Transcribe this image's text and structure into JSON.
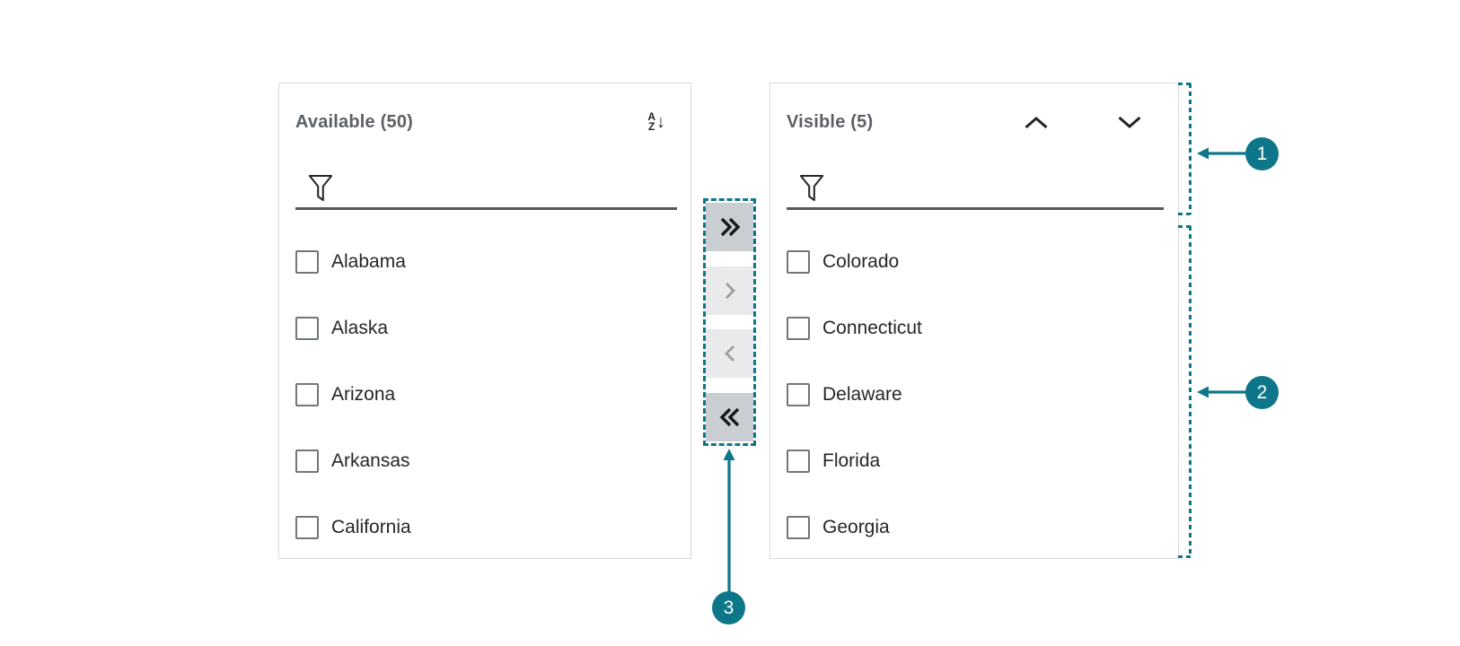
{
  "colors": {
    "accent": "#0d7789",
    "panel-border": "#d7dadc",
    "title-text": "#5b6066",
    "item-text": "#232629",
    "checkbox-border": "#70767c",
    "filter-underline": "#54585c",
    "button-enabled-bg": "#c9ced3",
    "button-enabled-icon": "#17191c",
    "button-disabled-bg": "#e8eaec",
    "button-disabled-icon": "#9aa0a6"
  },
  "left_panel": {
    "title": "Available (50)",
    "sort_icon": {
      "name": "sort-alphabetical-icon",
      "letter_top": "A",
      "letter_bottom": "Z",
      "arrow": "↓"
    },
    "filter": {
      "value": "",
      "icon": "filter-funnel-icon"
    },
    "items": [
      {
        "label": "Alabama",
        "checked": false
      },
      {
        "label": "Alaska",
        "checked": false
      },
      {
        "label": "Arizona",
        "checked": false
      },
      {
        "label": "Arkansas",
        "checked": false
      },
      {
        "label": "California",
        "checked": false
      }
    ]
  },
  "right_panel": {
    "title": "Visible (5)",
    "reorder_icons": {
      "up": "chevron-up-icon",
      "down": "chevron-down-icon"
    },
    "filter": {
      "value": "",
      "icon": "filter-funnel-icon"
    },
    "items": [
      {
        "label": "Colorado",
        "checked": false
      },
      {
        "label": "Connecticut",
        "checked": false
      },
      {
        "label": "Delaware",
        "checked": false
      },
      {
        "label": "Florida",
        "checked": false
      },
      {
        "label": "Georgia",
        "checked": false
      }
    ]
  },
  "transfer_buttons": [
    {
      "name": "move-all-right",
      "icon": "double-chevron-right-icon",
      "enabled": true
    },
    {
      "name": "move-selected-right",
      "icon": "chevron-right-icon",
      "enabled": false
    },
    {
      "name": "move-selected-left",
      "icon": "chevron-left-icon",
      "enabled": false
    },
    {
      "name": "move-all-left",
      "icon": "double-chevron-left-icon",
      "enabled": true
    }
  ],
  "callouts": [
    {
      "number": "1"
    },
    {
      "number": "2"
    },
    {
      "number": "3"
    }
  ]
}
